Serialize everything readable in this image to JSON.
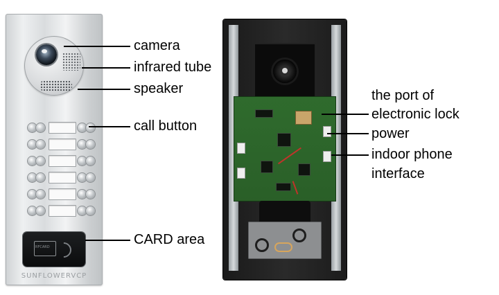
{
  "front_panel": {
    "brand_text": "SUNFLOWERVCP",
    "card_reader_text": "RFCARD",
    "labels": {
      "camera": "camera",
      "infrared_tube": "infrared tube",
      "speaker": "speaker",
      "call_button": "call button",
      "card_area": "CARD area"
    },
    "call_button_rows": 6
  },
  "back_panel": {
    "labels": {
      "port_line1": "the port of",
      "port_line2": "electronic lock",
      "power": "power",
      "indoor_line1": "indoor phone",
      "indoor_line2": "interface"
    }
  },
  "colors": {
    "label_text": "#000000",
    "leader_line": "#000000",
    "panel_aluminum": "#dfe2e4",
    "pcb_green": "#2f6b2d",
    "back_housing": "#222222"
  }
}
